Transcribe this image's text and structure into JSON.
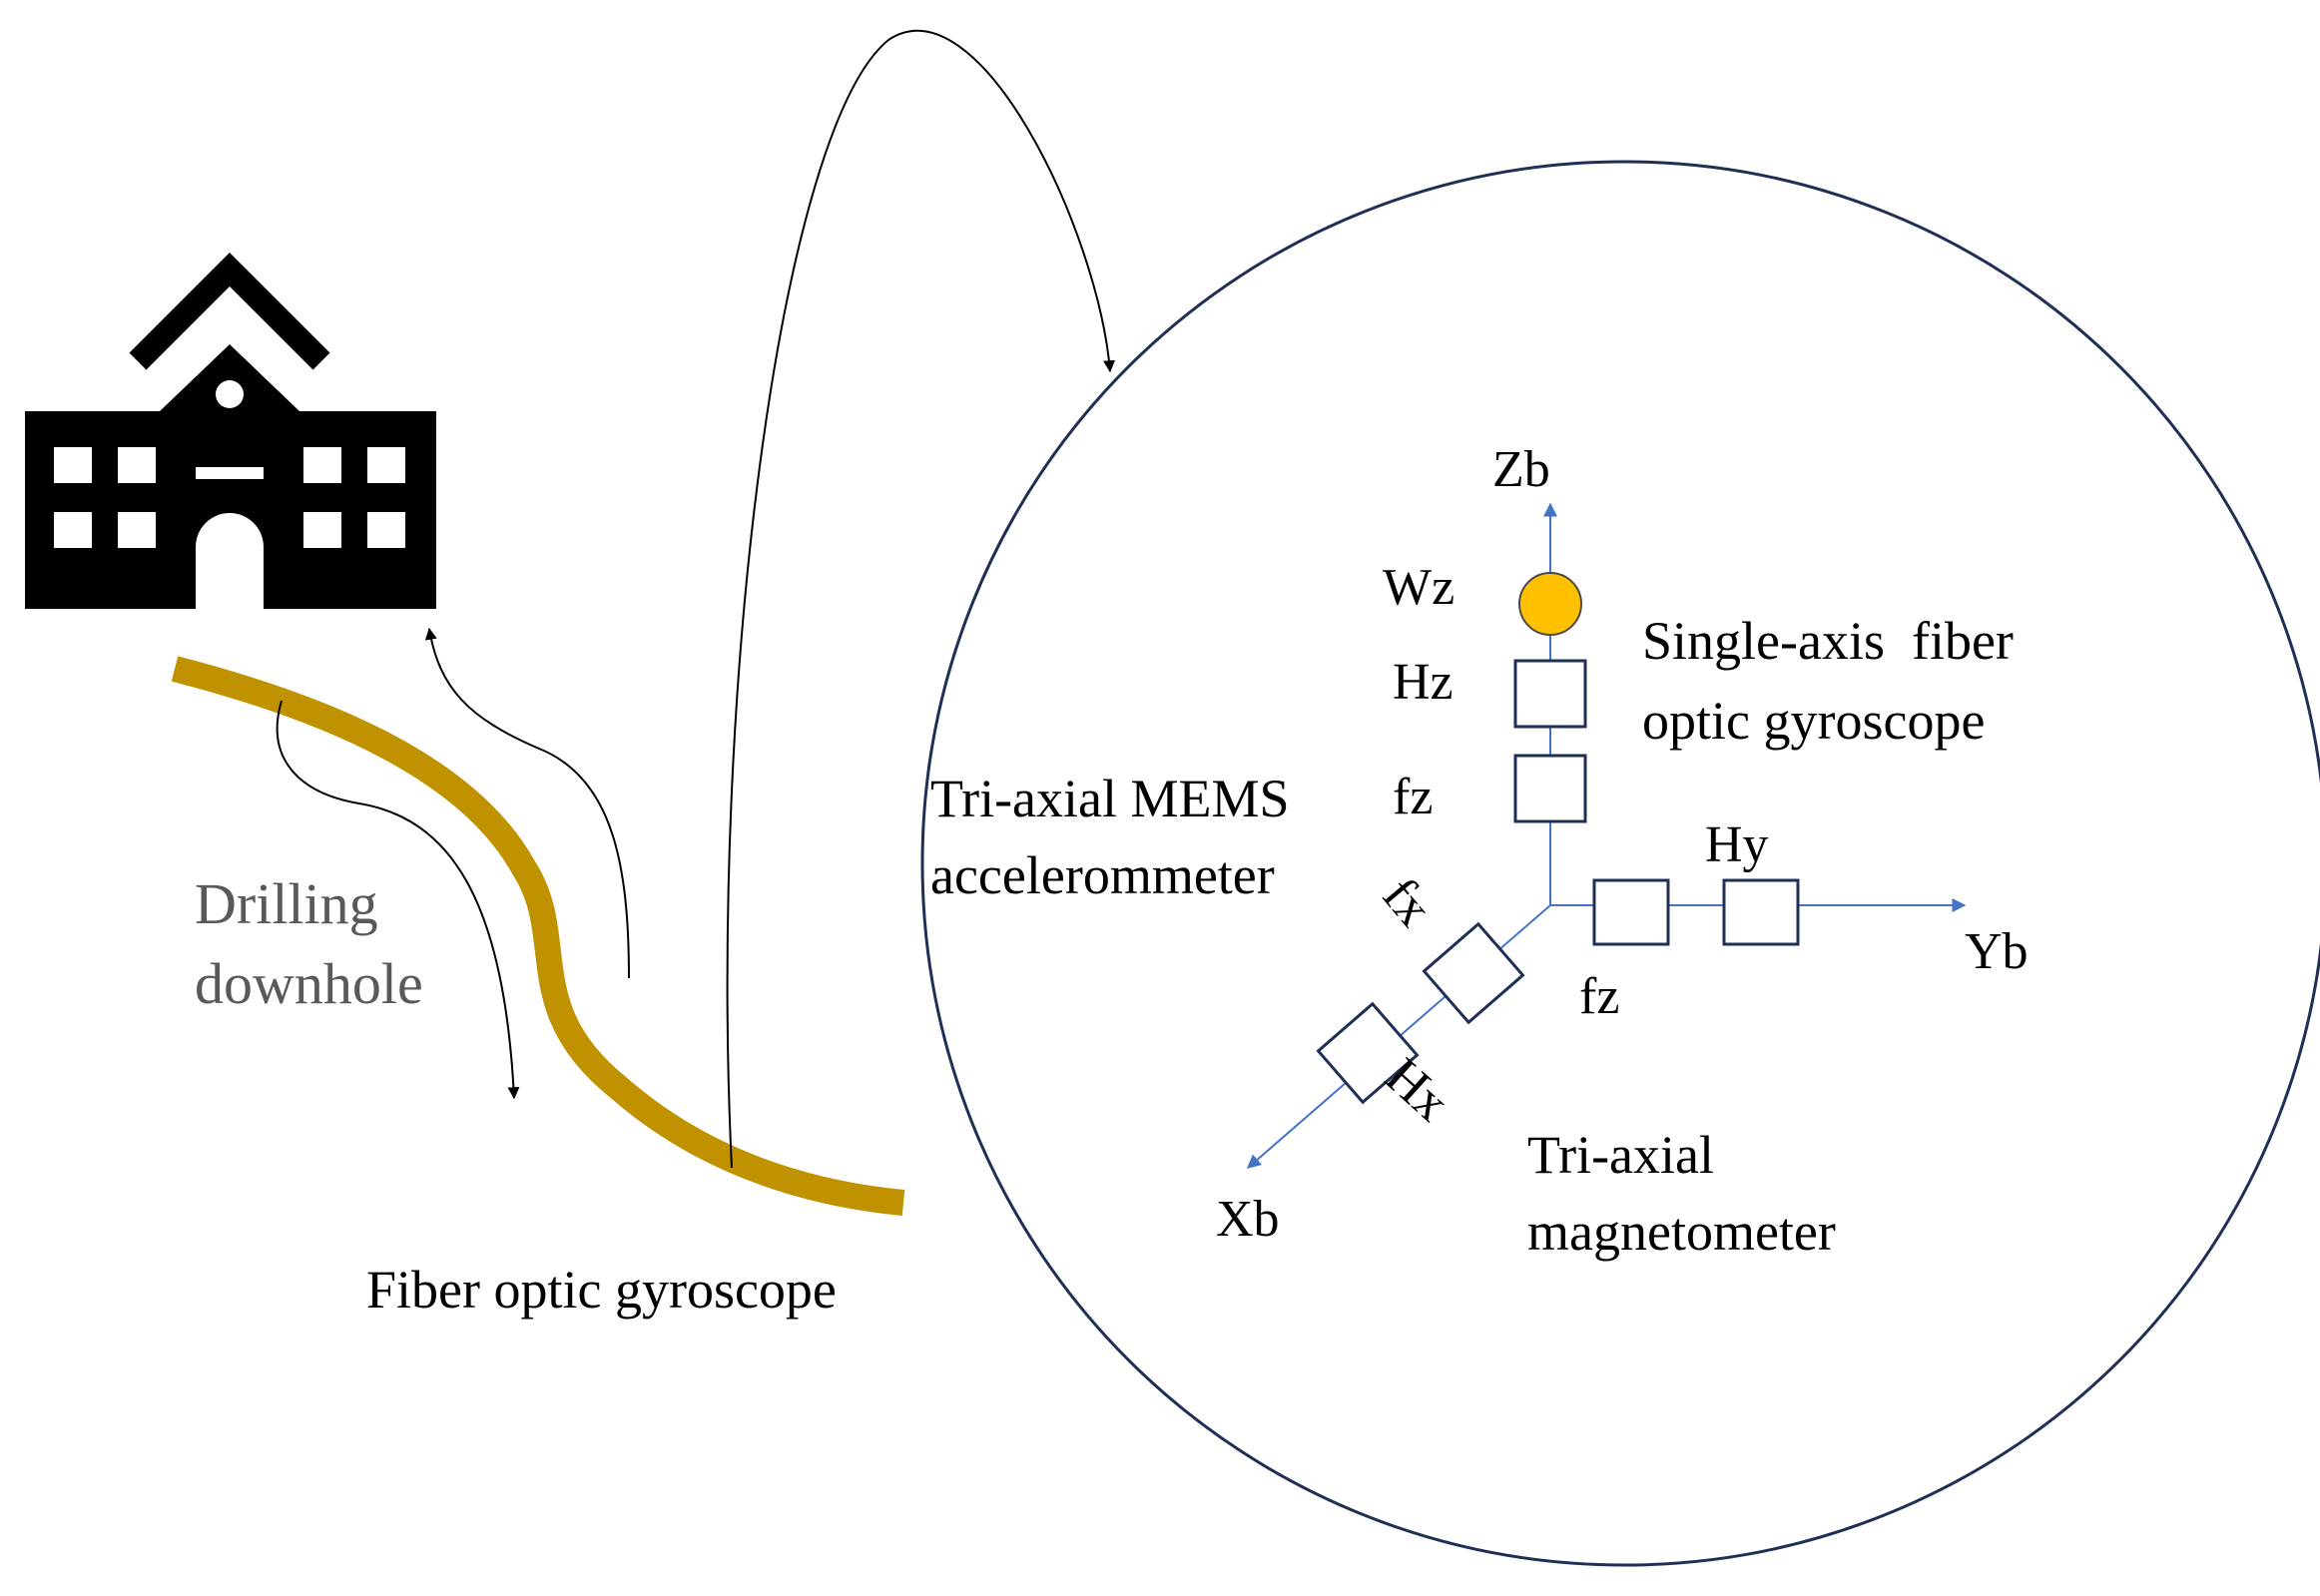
{
  "labels": {
    "drilling_line1": "Drilling",
    "drilling_line2": "downhole",
    "fiber_optic_gyroscope": "Fiber optic gyroscope",
    "axis_zb": "Zb",
    "axis_yb": "Yb",
    "axis_xb": "Xb",
    "wz": "Wz",
    "hz": "Hz",
    "fz_upper": "fz",
    "hy": "Hy",
    "fz_lower": "fz",
    "fx": "fx",
    "hx": "Hx",
    "single_axis_line1": "Single-axis  fiber",
    "single_axis_line2": "optic gyroscope",
    "mems_line1": "Tri-axial MEMS",
    "mems_line2": "accelerommeter",
    "magneto_line1": "Tri-axial",
    "magneto_line2": "magnetometer"
  },
  "colors": {
    "borehole": "#C09200",
    "axis_blue": "#4472C4",
    "sensor_box": "#1F2F55",
    "gyro_fill": "#FFC000",
    "circle_outline": "#1F2F55",
    "building": "#000000",
    "drilling_text": "#595959"
  },
  "icons": {
    "building": "school-building-icon"
  }
}
